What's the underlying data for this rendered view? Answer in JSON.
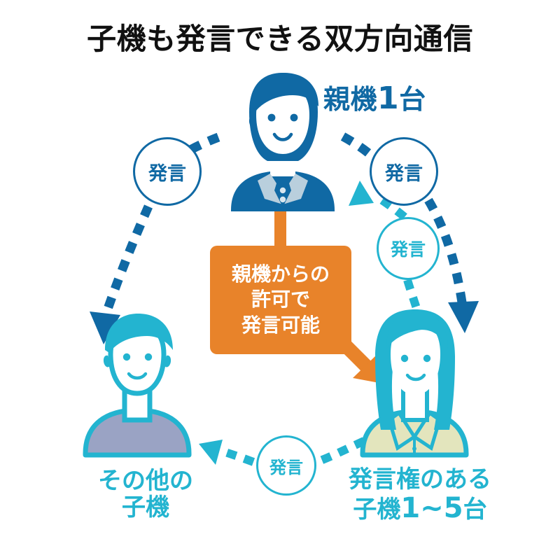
{
  "title": "子機も発言できる双方向通信",
  "labels": {
    "host": {
      "text": "親機",
      "count": "1",
      "unit": "台",
      "color": "#1069a4"
    },
    "other_child": {
      "line1": "その他の",
      "line2": "子機",
      "color": "#23b4d0"
    },
    "privileged_child": {
      "line1": "発言権のある",
      "line2_prefix": "子機",
      "line2_range": "1~5",
      "line2_unit": "台",
      "color": "#23b4d0"
    }
  },
  "badges": [
    {
      "id": "badge-left",
      "text": "発言",
      "color": "#1069a4"
    },
    {
      "id": "badge-right",
      "text": "発言",
      "color": "#1069a4"
    },
    {
      "id": "badge-mid",
      "text": "発言",
      "color": "#23b4d0"
    },
    {
      "id": "badge-bottom",
      "text": "発言",
      "color": "#23b4d0"
    }
  ],
  "callout": {
    "line1": "親機からの",
    "line2": "許可で",
    "line3": "発言可能",
    "bg_color": "#e8832a",
    "text_color": "#ffffff"
  },
  "figures": [
    {
      "id": "host-figure",
      "role": "親機",
      "hair_color": "#1069a4",
      "body_color": "#1069a4",
      "accent_color": "#b9cfdd"
    },
    {
      "id": "other-child-figure",
      "role": "その他の子機",
      "hair_color": "#23b4d0",
      "body_color": "#9aa3c4",
      "accent_color": "#9aa3c4"
    },
    {
      "id": "privileged-child-figure",
      "role": "発言権のある子機",
      "hair_color": "#23b4d0",
      "body_color": "#e3e5bd",
      "accent_color": "#23b4d0"
    }
  ],
  "connectors": [
    {
      "id": "host-to-other",
      "style": "dashed",
      "color": "#1069a4",
      "direction": "down-left"
    },
    {
      "id": "host-to-privileged",
      "style": "dashed",
      "color": "#1069a4",
      "direction": "down-right"
    },
    {
      "id": "privileged-to-host",
      "style": "dashed",
      "color": "#23b4d0",
      "direction": "up-left"
    },
    {
      "id": "privileged-to-other",
      "style": "dashed",
      "color": "#23b4d0",
      "direction": "left"
    },
    {
      "id": "callout-arrow",
      "style": "solid",
      "color": "#e8832a",
      "direction": "down-right"
    }
  ],
  "palette": {
    "dark_blue": "#1069a4",
    "cyan": "#23b4d0",
    "orange": "#e8832a",
    "background": "#ffffff",
    "title_black": "#111111"
  }
}
